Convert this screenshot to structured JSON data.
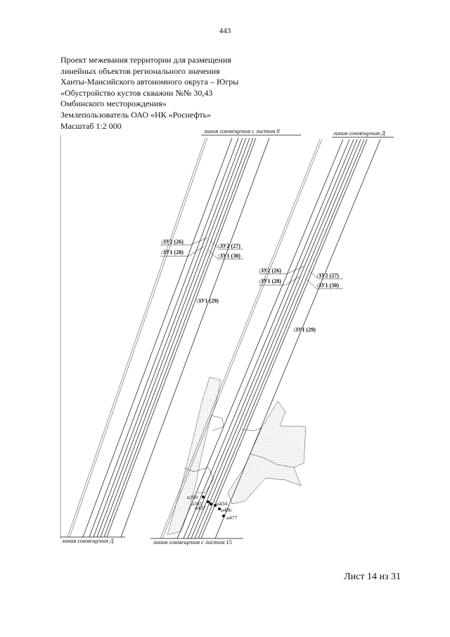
{
  "page_number": "443",
  "header": {
    "lines": [
      "Проект межевания территории для размещения",
      "линейных объектов регионального значения",
      "Ханты-Мансийского автономного округа – Югры",
      "«Обустройство кустов скважин №№ 30,43",
      "Омбинского месторождения»",
      "Землепользователь ОАО «НК «Роснефть»",
      "Масштаб 1:2 000"
    ]
  },
  "map": {
    "match_lines": {
      "top_left": "линия совмещения с листом 8",
      "top_right": "линия совмещения Д",
      "bottom_left": "линия совмещения Д",
      "bottom_right": "линия совмещения с листом 15"
    },
    "parcel_labels": {
      "left_zu2_26": ":ЗУ2 (26)",
      "left_zu1_28": ":ЗУ1 (28)",
      "left_zu2_27": ":ЗУ2 (27)",
      "left_zu1_30": ":ЗУ1 (30)",
      "left_zu1_29": ":ЗУ1 (29)",
      "right_zu2_26": ":ЗУ2 (26)",
      "right_zu1_28": ":ЗУ1 (28)",
      "right_zu2_27": ":ЗУ2 (27)",
      "right_zu1_30": ":ЗУ1 (30)",
      "right_zu1_29": ":ЗУ1 (29)"
    },
    "points": {
      "n390": "н390",
      "n385": "н385",
      "n437": "н437",
      "n434": "н434",
      "n486": "н486",
      "n477": "н477"
    }
  },
  "sheet_counter": "Лист 14 из 31"
}
